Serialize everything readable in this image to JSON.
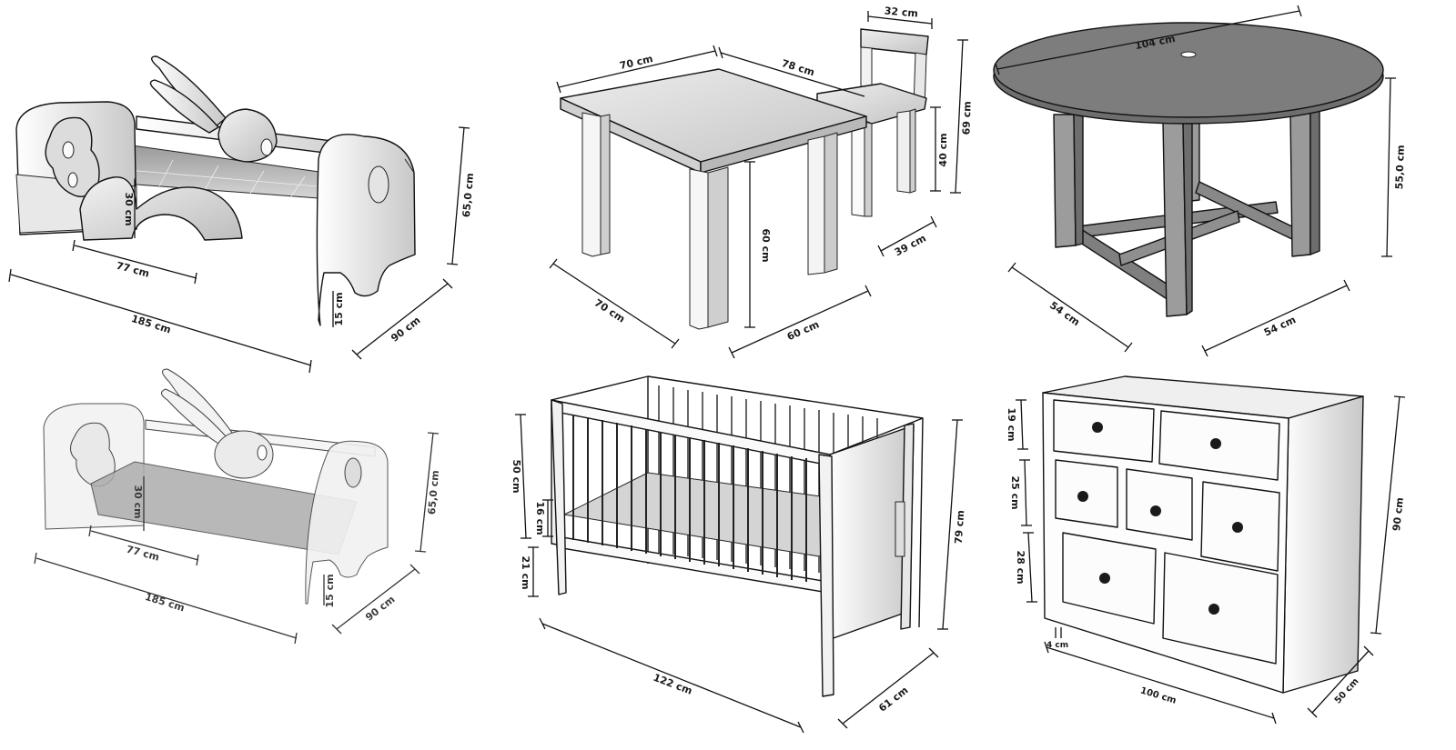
{
  "panels": [
    {
      "id": "bed-solid",
      "dims": {
        "length": "185 cm",
        "width": "90 cm",
        "height": "65,0 cm",
        "mattress": "77 cm",
        "side": "30 cm",
        "leg": "15 cm"
      }
    },
    {
      "id": "table-chair",
      "dims": {
        "top_w": "70 cm",
        "top_d": "78 cm",
        "chair_top": "32 cm",
        "chair_h": "69 cm",
        "seat_h": "40 cm",
        "seat_d": "39 cm",
        "table_h": "60 cm",
        "base_l": "70 cm",
        "base_r": "60 cm"
      }
    },
    {
      "id": "round-table",
      "dims": {
        "diameter": "104 cm",
        "height": "55,0 cm",
        "base_l": "54 cm",
        "base_r": "54 cm"
      }
    },
    {
      "id": "bed-ghost",
      "dims": {
        "length": "185 cm",
        "width": "90 cm",
        "height": "65,0 cm",
        "mattress": "77 cm",
        "side": "30 cm",
        "leg": "15 cm"
      }
    },
    {
      "id": "crib",
      "dims": {
        "rail": "50 cm",
        "mid": "16 cm",
        "leg": "21 cm",
        "height": "79 cm",
        "length": "122 cm",
        "depth": "61 cm"
      }
    },
    {
      "id": "dresser",
      "dims": {
        "row1": "19 cm",
        "row2": "25 cm",
        "row3": "28 cm",
        "foot": "4 cm",
        "height": "90 cm",
        "width": "100 cm",
        "depth": "50 cm"
      }
    }
  ],
  "colors": {
    "line": "#111111",
    "table_top": "#7a7a7a",
    "table_leg": "#8c8c8c",
    "paper": "#ffffff",
    "shade": "#d9d9d9"
  }
}
